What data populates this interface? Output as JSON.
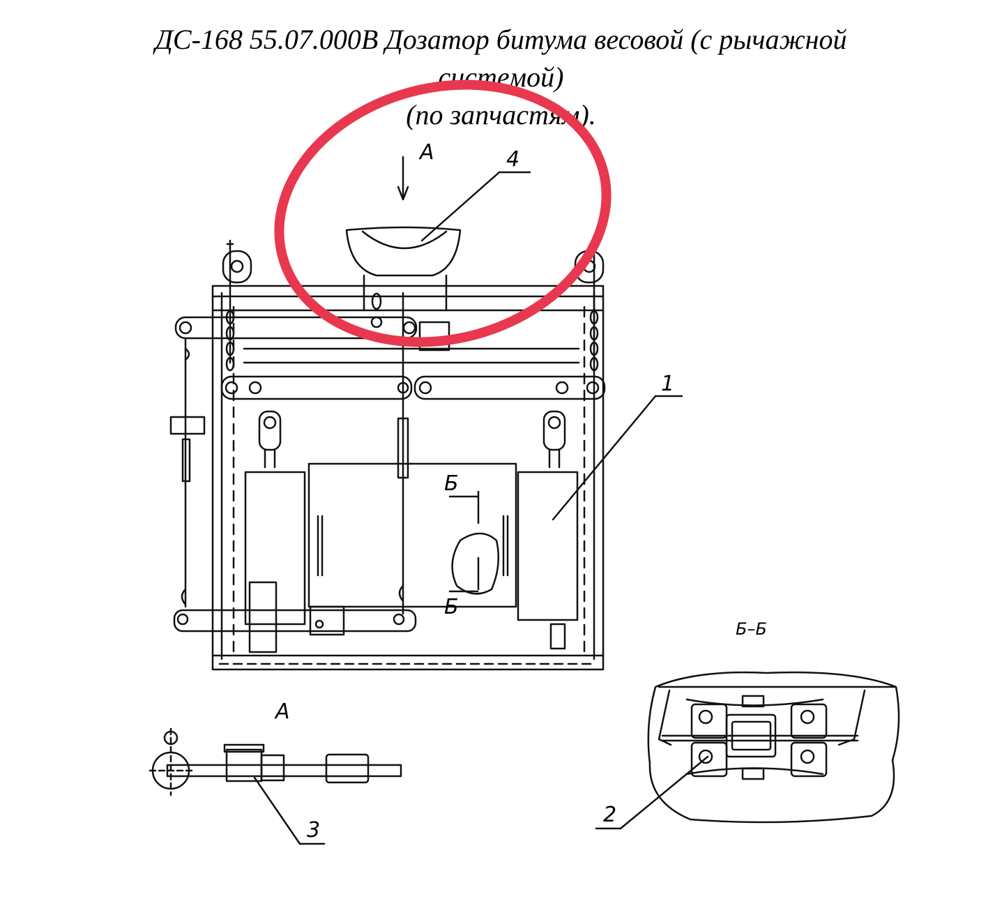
{
  "title": {
    "line1": "ДС-168 55.07.000В Дозатор битума весовой (с рычажной",
    "line2": "системой)",
    "line3": "(по запчастям)."
  },
  "labels": {
    "view_a_top": "А",
    "view_a_bottom": "А",
    "callout_1": "1",
    "callout_2": "2",
    "callout_3": "3",
    "callout_4": "4",
    "section_mark_top": "Б",
    "section_mark_bottom": "Б",
    "section_title": "Б–Б"
  },
  "colors": {
    "line": "#111111",
    "highlight": "#e8384f"
  }
}
